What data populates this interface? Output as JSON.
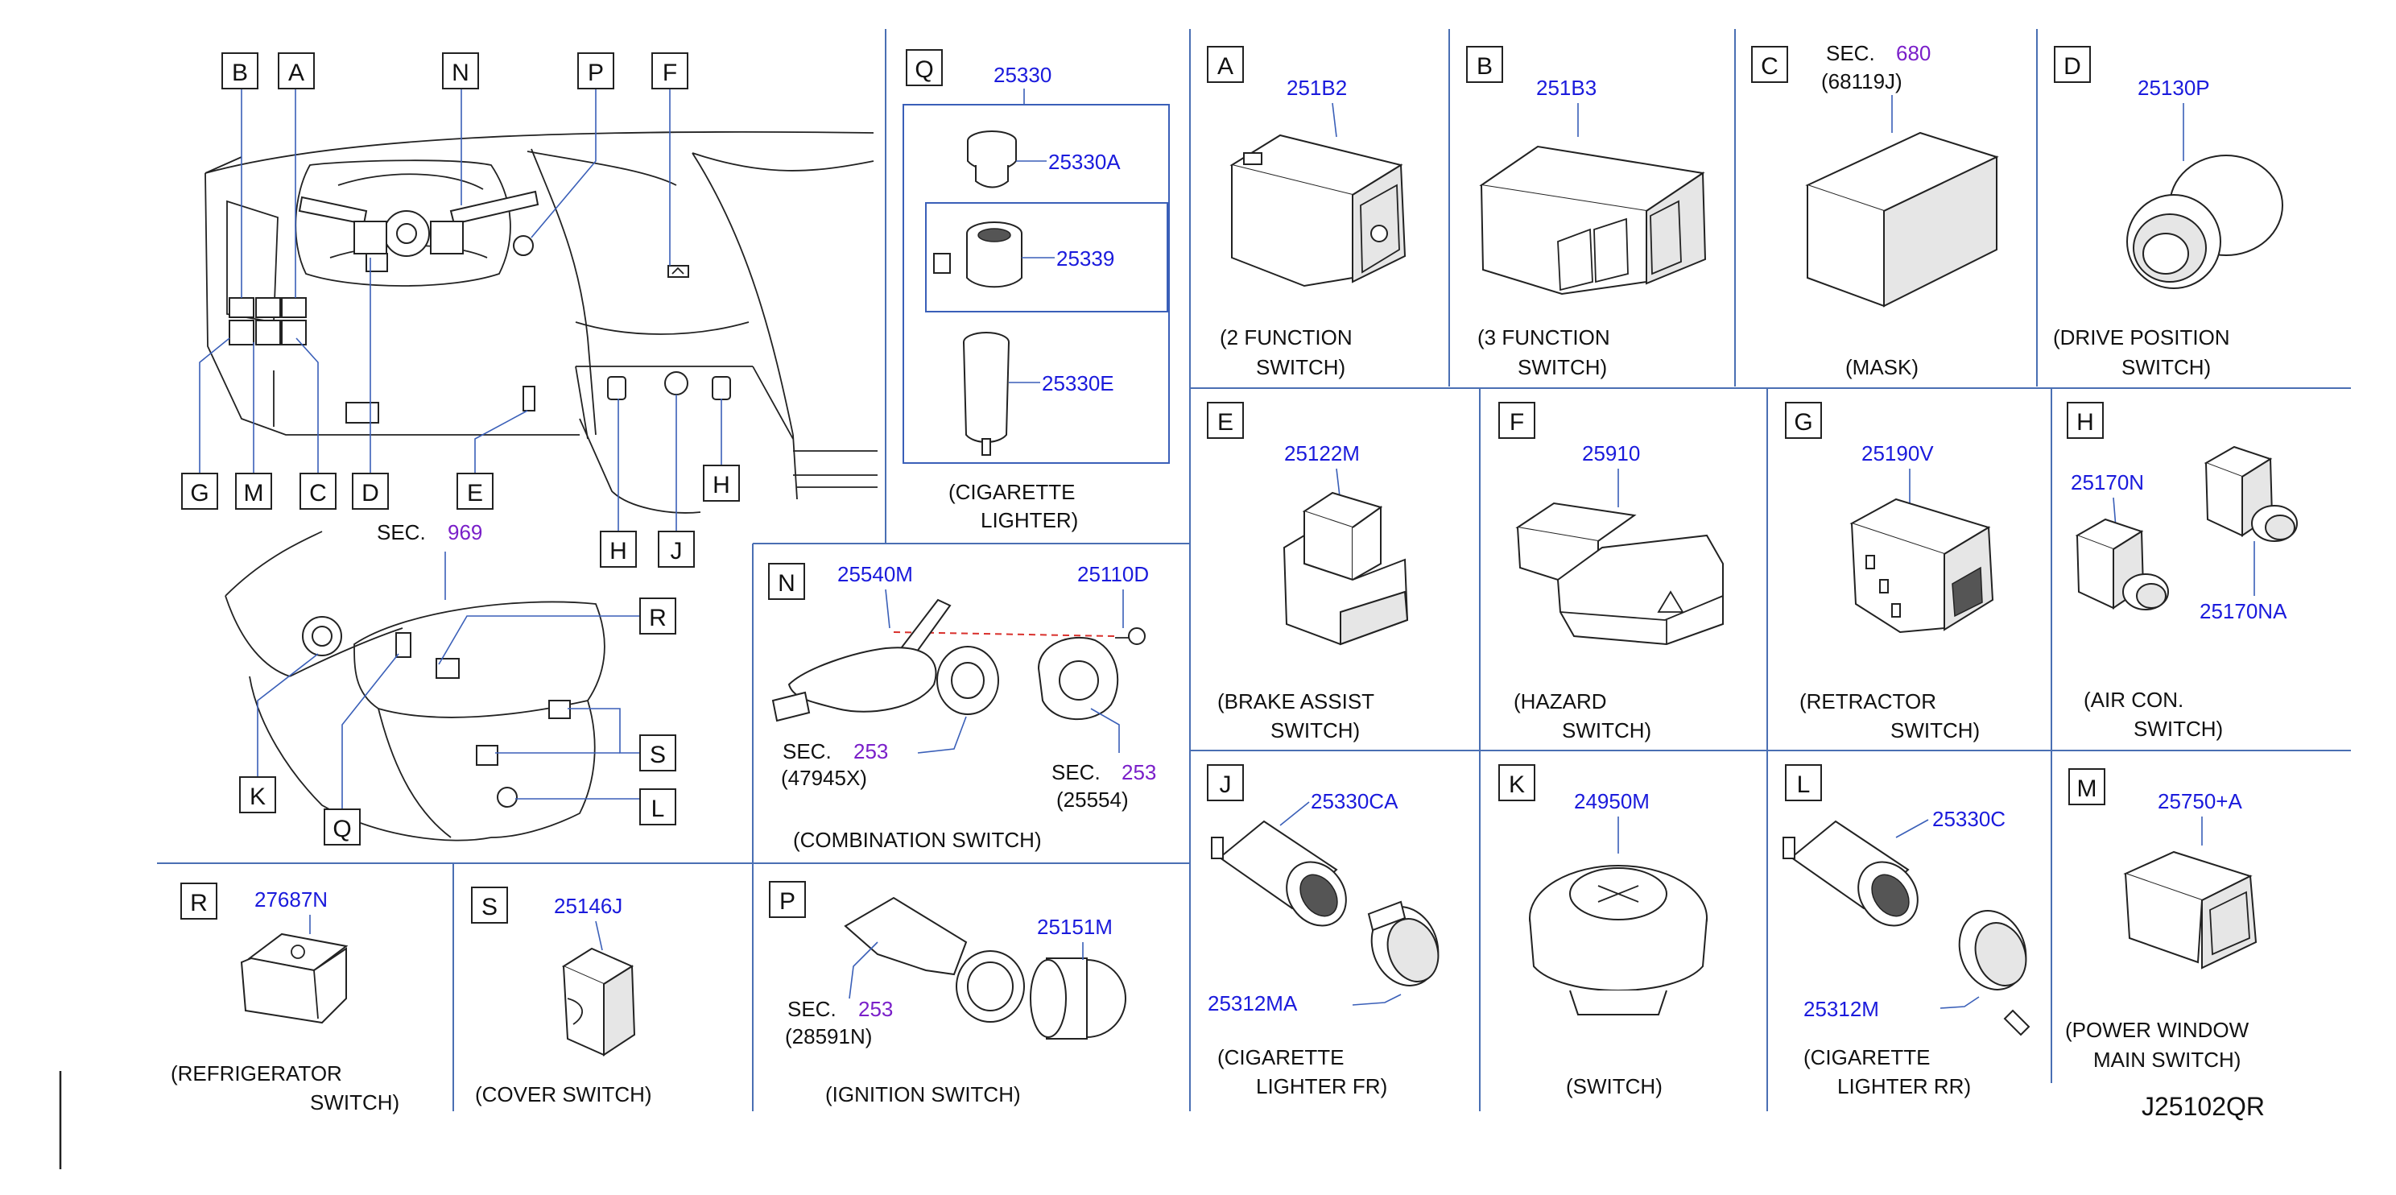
{
  "diagram_code": "J25102QR",
  "overview": {
    "callouts": [
      "B",
      "A",
      "N",
      "P",
      "F",
      "G",
      "M",
      "C",
      "D",
      "E",
      "H",
      "J",
      "H"
    ],
    "console_callouts": [
      "R",
      "S",
      "L",
      "K",
      "Q"
    ],
    "sec_label": "SEC.",
    "sec_number": "969"
  },
  "panels": {
    "Q": {
      "letter": "Q",
      "parts": [
        "25330",
        "25330A",
        "25339",
        "25330E"
      ],
      "caption": [
        "(CIGARETTE",
        "LIGHTER)"
      ]
    },
    "A": {
      "letter": "A",
      "part": "251B2",
      "caption": [
        "(2   FUNCTION",
        "SWITCH)"
      ]
    },
    "B": {
      "letter": "B",
      "part": "251B3",
      "caption": [
        "(3   FUNCTION",
        "SWITCH)"
      ]
    },
    "C": {
      "letter": "C",
      "sec_label": "SEC.",
      "sec_number": "680",
      "sub": "(68119J)",
      "caption": [
        "(MASK)"
      ]
    },
    "D": {
      "letter": "D",
      "part": "25130P",
      "caption": [
        "(DRIVE   POSITION",
        "SWITCH)"
      ]
    },
    "E": {
      "letter": "E",
      "part": "25122M",
      "caption": [
        "(BRAKE   ASSIST",
        "SWITCH)"
      ]
    },
    "F": {
      "letter": "F",
      "part": "25910",
      "caption": [
        "(HAZARD",
        "SWITCH)"
      ]
    },
    "G": {
      "letter": "G",
      "part": "25190V",
      "caption": [
        "(RETRACTOR",
        "SWITCH)"
      ]
    },
    "H": {
      "letter": "H",
      "parts": [
        "25170N",
        "25170NA"
      ],
      "caption": [
        "(AIR   CON.",
        "SWITCH)"
      ]
    },
    "N": {
      "letter": "N",
      "parts": [
        "25540M",
        "25110D"
      ],
      "sec_label": "SEC.",
      "sec_a": "253",
      "sub_a": "(47945X)",
      "sec_b": "253",
      "sub_b": "(25554)",
      "caption": [
        "(COMBINATION   SWITCH)"
      ]
    },
    "J": {
      "letter": "J",
      "parts": [
        "25330CA",
        "25312MA"
      ],
      "caption": [
        "(CIGARETTE",
        "LIGHTER   FR)"
      ]
    },
    "K": {
      "letter": "K",
      "part": "24950M",
      "caption": [
        "(SWITCH)"
      ]
    },
    "L": {
      "letter": "L",
      "parts": [
        "25330C",
        "25312M"
      ],
      "caption": [
        "(CIGARETTE",
        "LIGHTER   RR)"
      ]
    },
    "M": {
      "letter": "M",
      "part": "25750+A",
      "caption": [
        "(POWER   WINDOW",
        "MAIN   SWITCH)"
      ]
    },
    "R": {
      "letter": "R",
      "part": "27687N",
      "caption": [
        "(REFRIGERATOR",
        "SWITCH)"
      ]
    },
    "S": {
      "letter": "S",
      "part": "25146J",
      "caption": [
        "(COVER   SWITCH)"
      ]
    },
    "P": {
      "letter": "P",
      "part": "25151M",
      "sec_label": "SEC.",
      "sec_number": "253",
      "sub": "(28591N)",
      "caption": [
        "(IGNITION   SWITCH)"
      ]
    }
  },
  "colors": {
    "part_number": "#1a1adc",
    "section_ref": "#7a1fc9",
    "grid_line": "#4a6fb3",
    "leader": "#3a5fb8"
  }
}
